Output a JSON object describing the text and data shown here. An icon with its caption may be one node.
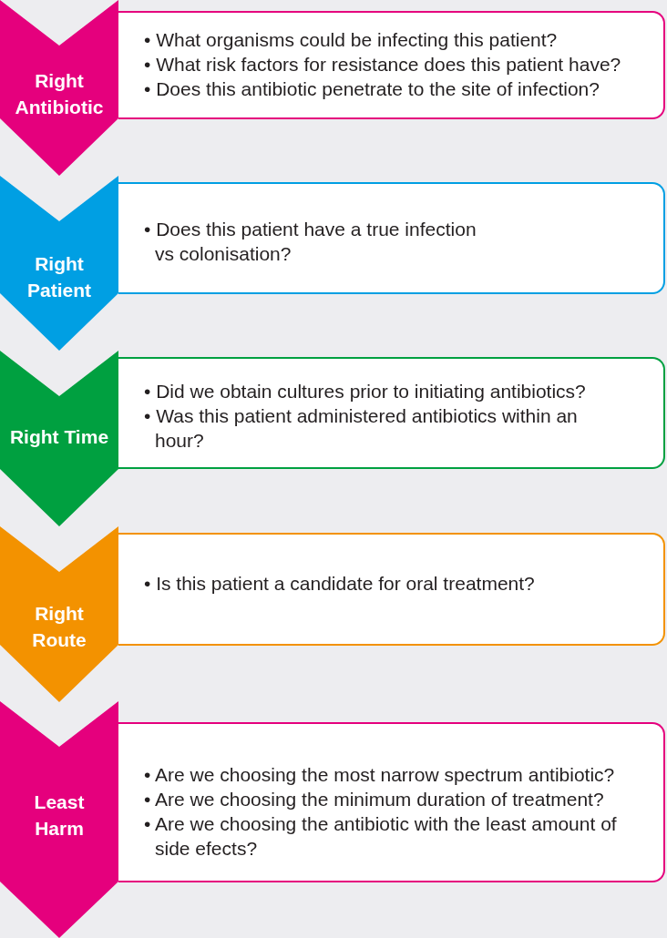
{
  "diagram": {
    "nodes": [
      {
        "text": [
          "Right Antibiotic"
        ]
      },
      {
        "text": [
          "• What organisms could be infecting this patient?",
          "• What risk factors for resistance does this patient have?",
          "• Does this antibiotic penetrate to the site of infection?"
        ]
      },
      {
        "text": [
          "Right Patient"
        ]
      },
      {
        "text": [
          "• Does this patient have a true infection vs colonisation?"
        ]
      },
      {
        "text": [
          "Right Time"
        ]
      },
      {
        "text": [
          "• Did we obtain cultures prior to initiating antibiotics?",
          "• Was this patient administered antibiotics within an hour?"
        ]
      },
      {
        "text": [
          "Right Route"
        ]
      },
      {
        "text": [
          "• Is this patient a candidate for oral treatment?"
        ]
      },
      {
        "text": [
          "Least Harm"
        ]
      },
      {
        "text": [
          "• Are we choosing the most narrow spectrum antibiotic?",
          "• Are we choosing the minimum duration of treatment?",
          "• Are we choosing the antibiotic with the least amount of side efects?"
        ]
      }
    ]
  }
}
